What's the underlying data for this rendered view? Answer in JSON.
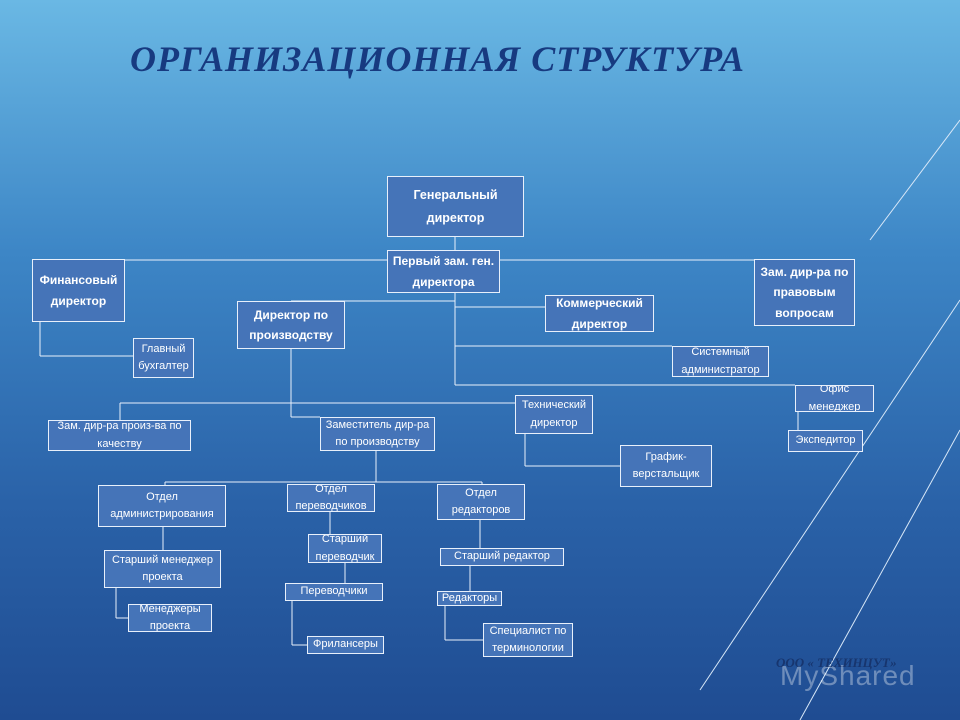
{
  "title": "ОРГАНИЗАЦИОННАЯ СТРУКТУРА",
  "footer": {
    "company": "ООО « ТЕХИНЦУТ»",
    "watermark": "MyShared"
  },
  "colors": {
    "box_fill": "#4574b8",
    "box_border": "#e8f0fb",
    "title": "#173a80",
    "connector": "#e8f0fb"
  },
  "boxes": [
    {
      "id": "general-director",
      "label": "Генеральный директор"
    },
    {
      "id": "first-deputy",
      "label": "Первый зам. ген. директора"
    },
    {
      "id": "financial-director",
      "label": "Финансовый директор"
    },
    {
      "id": "deputy-legal",
      "label": "Зам. дир-ра по правовым вопросам"
    },
    {
      "id": "production-director",
      "label": "Директор по производству"
    },
    {
      "id": "commercial-director",
      "label": "Коммерческий директор"
    },
    {
      "id": "chief-accountant",
      "label": "Главный бухгалтер"
    },
    {
      "id": "system-admin",
      "label": "Системный администратор"
    },
    {
      "id": "office-manager",
      "label": "Офис менеджер"
    },
    {
      "id": "courier",
      "label": "Экспедитор"
    },
    {
      "id": "technical-director",
      "label": "Технический директор"
    },
    {
      "id": "deputy-quality",
      "label": "Зам. дир-ра произ-ва по качеству"
    },
    {
      "id": "deputy-production",
      "label": "Заместитель дир-ра по производству"
    },
    {
      "id": "layout-designer",
      "label": "График-верстальщик"
    },
    {
      "id": "admin-department",
      "label": "Отдел администрирования"
    },
    {
      "id": "translators-department",
      "label": "Отдел переводчиков"
    },
    {
      "id": "editors-department",
      "label": "Отдел редакторов"
    },
    {
      "id": "senior-project-manager",
      "label": "Старший менеджер проекта"
    },
    {
      "id": "senior-translator",
      "label": "Старший переводчик"
    },
    {
      "id": "senior-editor",
      "label": "Старший редактор"
    },
    {
      "id": "project-managers",
      "label": "Менеджеры проекта"
    },
    {
      "id": "translators",
      "label": "Переводчики"
    },
    {
      "id": "editors",
      "label": "Редакторы"
    },
    {
      "id": "freelancers",
      "label": "Фрилансеры"
    },
    {
      "id": "terminology-specialist",
      "label": "Специалист по терминологии"
    }
  ]
}
